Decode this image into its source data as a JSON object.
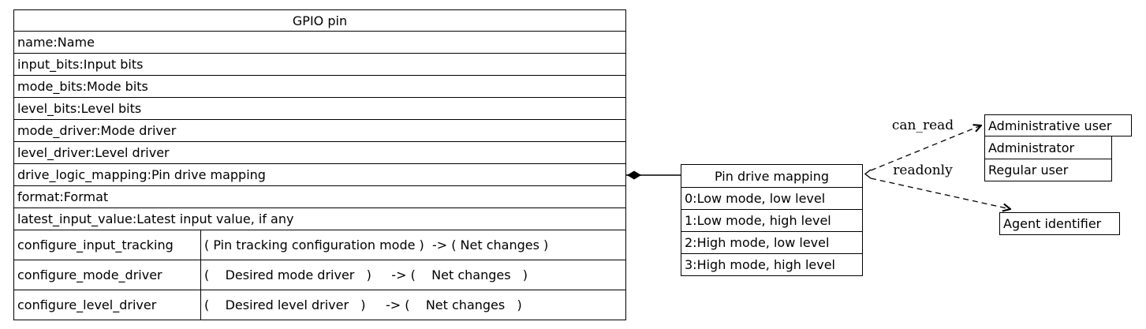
{
  "gpio_pin": {
    "title": "GPIO pin",
    "attributes": [
      "name:Name",
      "input_bits:Input bits",
      "mode_bits:Mode bits",
      "level_bits:Level bits",
      "mode_driver:Mode driver",
      "level_driver:Level driver",
      "drive_logic_mapping:Pin drive mapping",
      "format:Format",
      "latest_input_value:Latest input value, if any"
    ],
    "methods": [
      {
        "name": "configure_input_tracking",
        "signature": "( Pin tracking configuration mode )  -> ( Net changes )"
      },
      {
        "name": "configure_mode_driver",
        "signature": "(    Desired mode driver   )     -> (    Net changes   )"
      },
      {
        "name": "configure_level_driver",
        "signature": "(    Desired level driver   )     -> (    Net changes   )"
      }
    ]
  },
  "pin_drive_mapping": {
    "title": "Pin drive mapping",
    "entries": [
      "0:Low mode, low level",
      "1:Low mode, high level",
      "2:High mode, low level",
      "3:High mode, high level"
    ]
  },
  "access": {
    "can_read_label": "can_read",
    "readonly_label": "readonly",
    "user_group": {
      "title": "Administrative user",
      "rows": [
        "Administrator",
        "Regular user"
      ]
    },
    "agent": {
      "title": "Agent identifier"
    }
  },
  "colors": {
    "line": "#000000",
    "connector": "#404040",
    "background": "#ffffff"
  }
}
